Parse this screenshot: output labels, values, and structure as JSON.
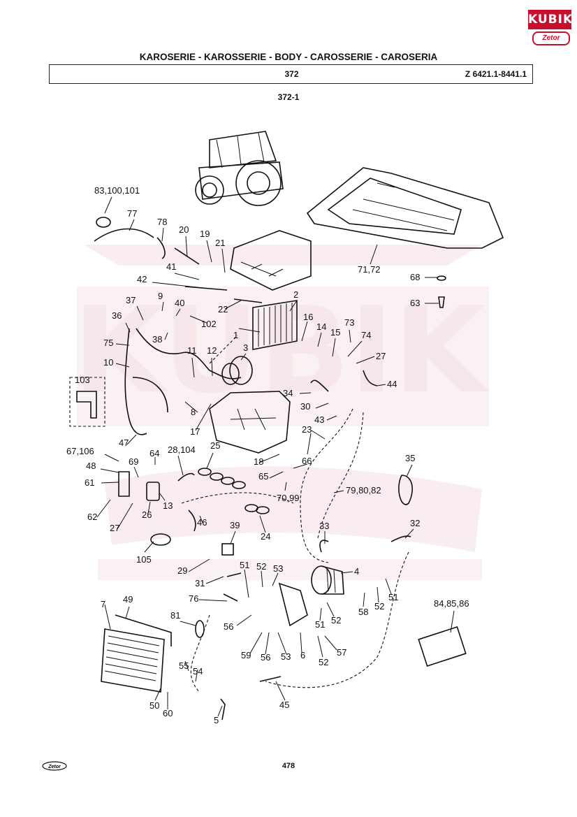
{
  "brand": {
    "top_text": "KUBIK",
    "bottom_text": "Zetor"
  },
  "header": {
    "title": "KAROSERIE - KAROSSERIE - BODY - CAROSSERIE - CAROSERIA",
    "group_number": "372",
    "model_range": "Z 6421.1-8441.1",
    "figure_id": "372-1"
  },
  "callouts": [
    "83,100,101",
    "77",
    "78",
    "20",
    "19",
    "21",
    "41",
    "42",
    "22",
    "2",
    "16",
    "14",
    "15",
    "73",
    "74",
    "27",
    "9",
    "40",
    "37",
    "36",
    "102",
    "38",
    "75",
    "1",
    "3",
    "10",
    "11",
    "12",
    "103",
    "8",
    "17",
    "34",
    "44",
    "30",
    "43",
    "23",
    "18",
    "66",
    "65",
    "70,99",
    "47",
    "67,106",
    "64",
    "69",
    "48",
    "61",
    "62",
    "28,104",
    "25",
    "13",
    "26",
    "27",
    "46",
    "39",
    "24",
    "79,80,82",
    "35",
    "32",
    "33",
    "105",
    "29",
    "31",
    "51",
    "52",
    "53",
    "4",
    "76",
    "56",
    "59",
    "56",
    "53",
    "6",
    "51",
    "52",
    "57",
    "52",
    "58",
    "52",
    "51",
    "84,85,86",
    "81",
    "7",
    "49",
    "55",
    "54",
    "50",
    "60",
    "5",
    "45",
    "71,72",
    "68",
    "63"
  ],
  "footer": {
    "page_number": "478",
    "logo_text": "Zetor"
  },
  "watermark": {
    "text": "KUBIK",
    "color": "#f2d2d6"
  },
  "colors": {
    "brand_red": "#c8102e",
    "line": "#111111"
  }
}
